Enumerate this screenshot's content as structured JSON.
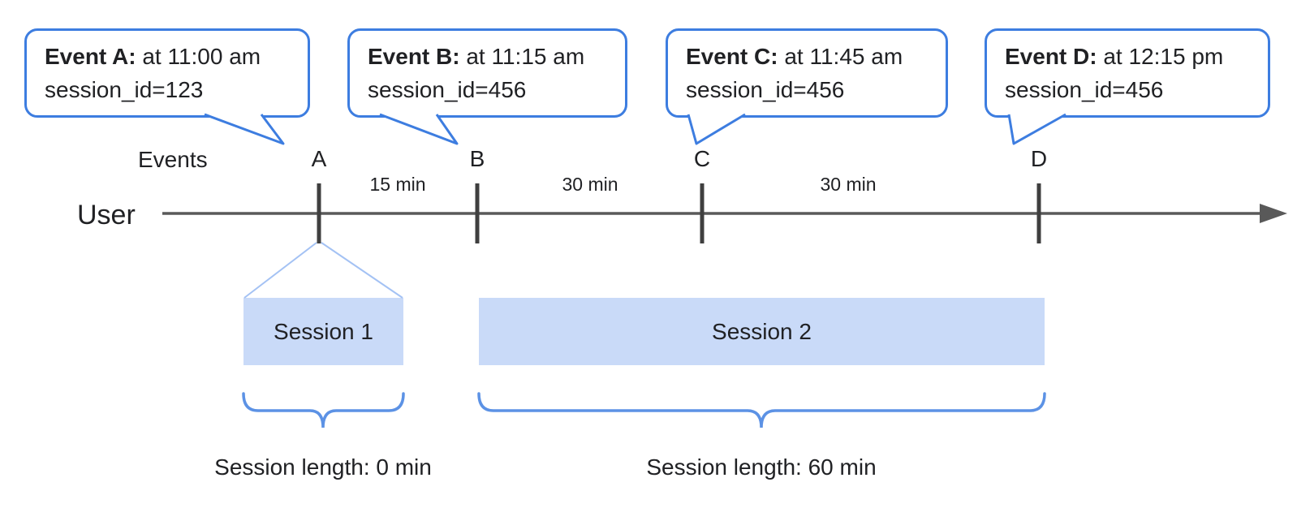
{
  "diagram": {
    "events_label": "Events",
    "user_label": "User",
    "callouts": [
      {
        "bold": "Event A:",
        "time": " at 11:00 am",
        "session": "session_id=123",
        "letter": "A"
      },
      {
        "bold": "Event B:",
        "time": " at 11:15 am",
        "session": "session_id=456",
        "letter": "B"
      },
      {
        "bold": "Event C:",
        "time": " at 11:45 am",
        "session": "session_id=456",
        "letter": "C"
      },
      {
        "bold": "Event D:",
        "time": " at 12:15 pm",
        "session": "session_id=456",
        "letter": "D"
      }
    ],
    "intervals": [
      "15 min",
      "30 min",
      "30 min"
    ],
    "sessions": [
      {
        "label": "Session 1",
        "length": "Session length: 0 min"
      },
      {
        "label": "Session 2",
        "length": "Session length: 60 min"
      }
    ],
    "colors": {
      "callout_border": "#3d7de0",
      "session_fill": "#c9daf8",
      "timeline": "#595959",
      "tick": "#3f3f3f",
      "brace": "#5c92e5",
      "funnel": "#a4c2f4"
    }
  }
}
